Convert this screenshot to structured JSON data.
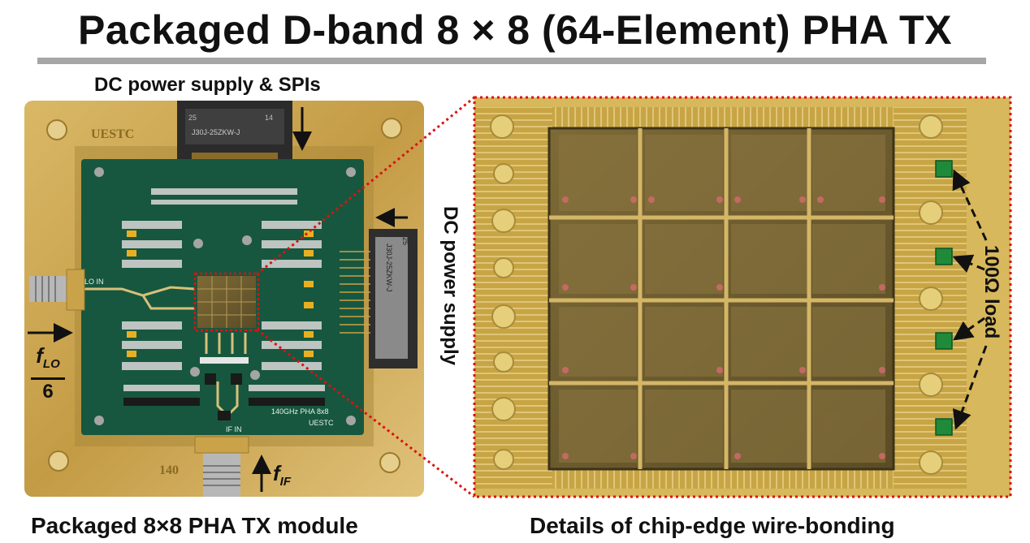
{
  "title": "Packaged D-band 8 × 8 (64-Element) PHA TX",
  "labels": {
    "dc_power_spis": "DC power supply & SPIs",
    "dc_power_supply": "DC power supply",
    "load": "100Ω load",
    "flo_symbol": "f",
    "flo_sub": "LO",
    "flo_den": "6",
    "fif_symbol": "f",
    "fif_sub": "IF"
  },
  "module_markings": {
    "brand": "UESTC",
    "brand_bottom": "140",
    "connector_top": "J30J-25ZKW-J",
    "connector_top_pins_left": "25",
    "connector_top_pins_right": "14",
    "connector_right": "J30J-25ZKW-J",
    "connector_right_pin": "25",
    "board_label_line1": "140GHz PHA 8x8",
    "board_label_line2": "UESTC",
    "lo_in": "LO IN",
    "if_in": "IF IN"
  },
  "captions": {
    "left": "Packaged 8×8 PHA TX module",
    "right": "Details of chip-edge wire-bonding"
  },
  "colors": {
    "brass": "#c9a24a",
    "pcb": "#17573f",
    "chip": "#6a5a2e",
    "zoom_outline": "#e01010",
    "load_pad": "#1e8a3a"
  }
}
